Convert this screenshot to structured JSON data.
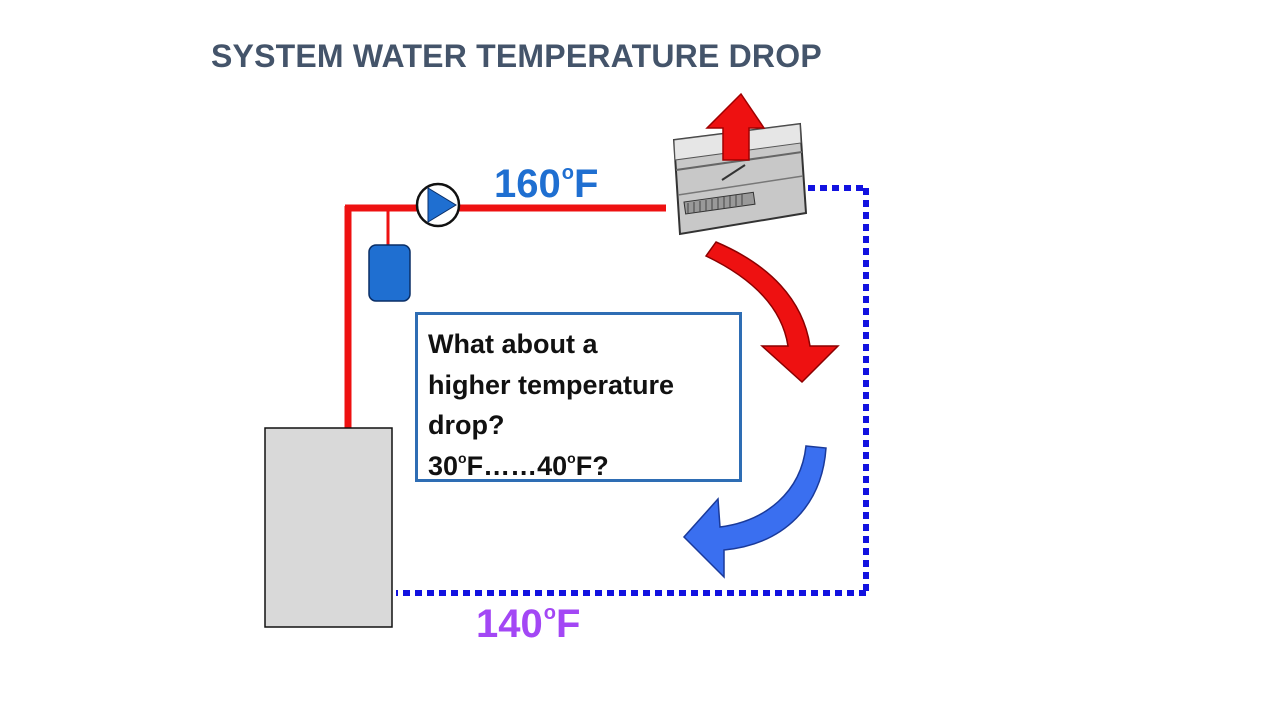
{
  "title": "SYSTEM WATER TEMPERATURE DROP",
  "supply": {
    "value": "160",
    "degree": "o",
    "unit": "F"
  },
  "return": {
    "value": "140",
    "degree": "o",
    "unit": "F"
  },
  "question": {
    "line1": "What about a",
    "line2": "higher temperature",
    "line3": "drop?",
    "line4_a": "30",
    "line4_deg1": "o",
    "line4_b": "F……40",
    "line4_deg2": "o",
    "line4_c": "F?"
  },
  "colors": {
    "supply_pipe": "#EE1111",
    "return_pipe": "#1212E0",
    "pump": "#1F6FD1",
    "expansion_tank": "#1F6FD1",
    "boiler": "#D9D9D9",
    "heat_arrow": "#EE1111",
    "cool_arrow": "#3A6FF0",
    "title": "#44546A"
  },
  "icons": [
    "circulator-pump-icon",
    "expansion-tank-icon",
    "boiler-icon",
    "baseboard-heater-icon",
    "heat-rising-arrow-icon"
  ]
}
